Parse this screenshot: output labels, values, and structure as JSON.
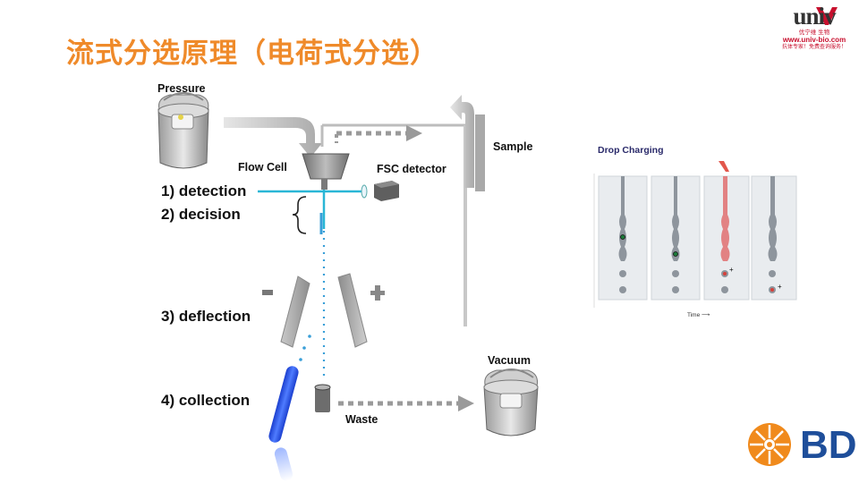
{
  "title": "流式分选原理（电荷式分选）",
  "labels": {
    "pressure": "Pressure",
    "flow_cell": "Flow Cell",
    "fsc_detector": "FSC detector",
    "sample": "Sample",
    "vacuum": "Vacuum",
    "waste": "Waste"
  },
  "steps": [
    "1) detection",
    "2) decision",
    "3) deflection",
    "4) collection"
  ],
  "plate_signs": {
    "negative": "−",
    "positive": "+"
  },
  "inset": {
    "title": "Drop Charging",
    "time_label": "Time ⟶",
    "charge_sign": "+"
  },
  "logos": {
    "univ_word": "univ",
    "univ_cn": "优宁维 生物",
    "univ_url": "www.univ-bio.com",
    "univ_slogan": "抗体专家！免费查询服务！",
    "bd_word": "BD"
  },
  "colors": {
    "title": "#ef8a2a",
    "laser": "#29b6d6",
    "stream": "#3a9fd8",
    "tube": "#2b55e0",
    "droplet_charged": "#e07070",
    "bd_orange": "#f08a1c",
    "bd_blue": "#1e4e9a"
  }
}
